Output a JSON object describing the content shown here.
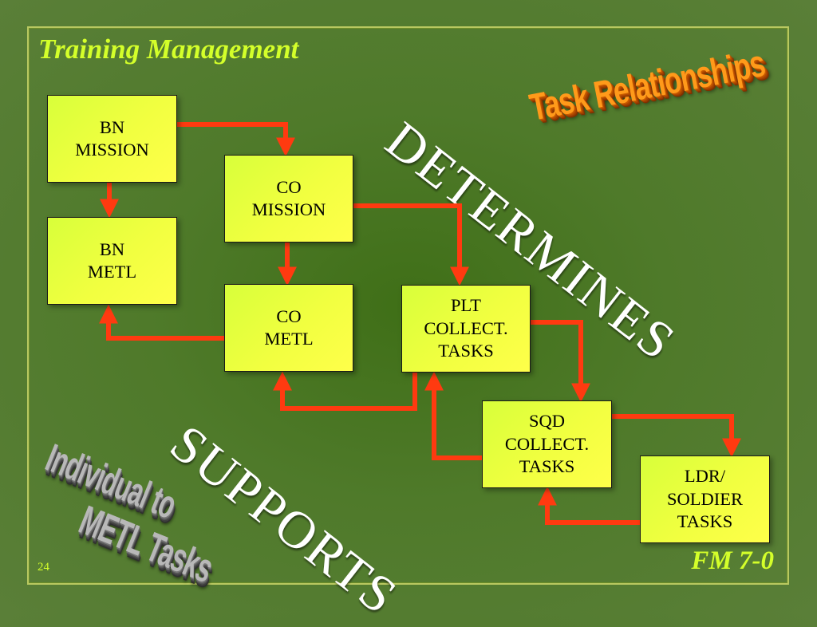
{
  "slide": {
    "title": "Training Management",
    "footer_label": "FM 7-0",
    "page_number": "24"
  },
  "boxes": {
    "bn_mission": "BN\nMISSION",
    "bn_metl": "BN\nMETL",
    "co_mission": "CO\nMISSION",
    "co_metl": "CO\nMETL",
    "plt_collect_tasks": "PLT\nCOLLECT.\nTASKS",
    "sqd_collect_tasks": "SQD\nCOLLECT.\nTASKS",
    "ldr_soldier_tasks": "LDR/\nSOLDIER\nTASKS"
  },
  "words": {
    "determines": "DETERMINES",
    "supports": "SUPPORTS"
  },
  "wordart": {
    "task_relationships": "Task Relationships",
    "individual_to": "Individual to",
    "metl_tasks": "METL Tasks"
  },
  "colors": {
    "arrow": "#ff3a10",
    "box_fill": "#f1ff40",
    "title_text": "#d4ff2a",
    "wordart_task_relationships": "#ff9a1a",
    "wordart_individual": "#a8a8a8"
  }
}
